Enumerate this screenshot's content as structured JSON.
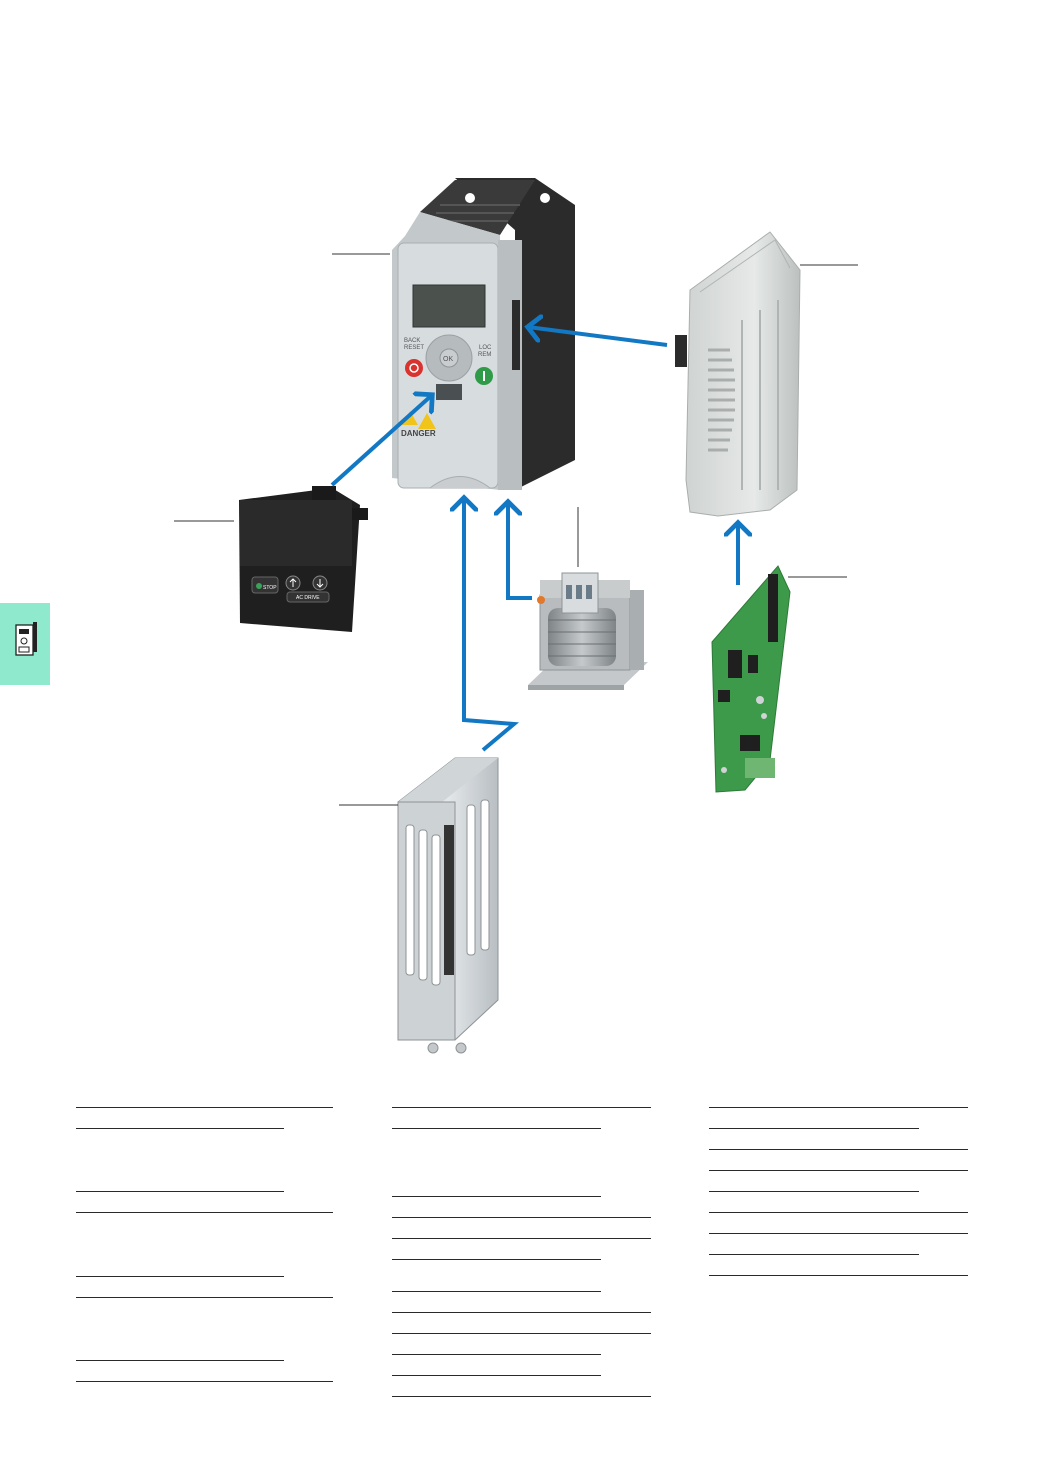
{
  "devices": {
    "drive": {
      "display_text": "",
      "back_reset_label": "BACK\nRESET",
      "ok_label": "OK",
      "loc_rem_label": "LOC\nREM",
      "start_symbol": "I",
      "stop_symbol": "O",
      "warning_label": "DANGER"
    },
    "keypad": {
      "stop_label": "STOP",
      "panel_label": "AC DRIVE"
    }
  },
  "colors": {
    "arrow": "#1278c4",
    "side_tab": "#8feacd",
    "drive_front": "#d7dcdf",
    "drive_body": "#2b2b2b",
    "pcb_green": "#3d9a4a",
    "transformer_core": "#8a8d8f",
    "terminal_orange": "#e2782a"
  },
  "icons": [
    "drive-thumbnail-icon",
    "warning-triangle-icon",
    "start-button-icon",
    "stop-button-icon",
    "up-arrow-icon",
    "down-arrow-icon"
  ]
}
